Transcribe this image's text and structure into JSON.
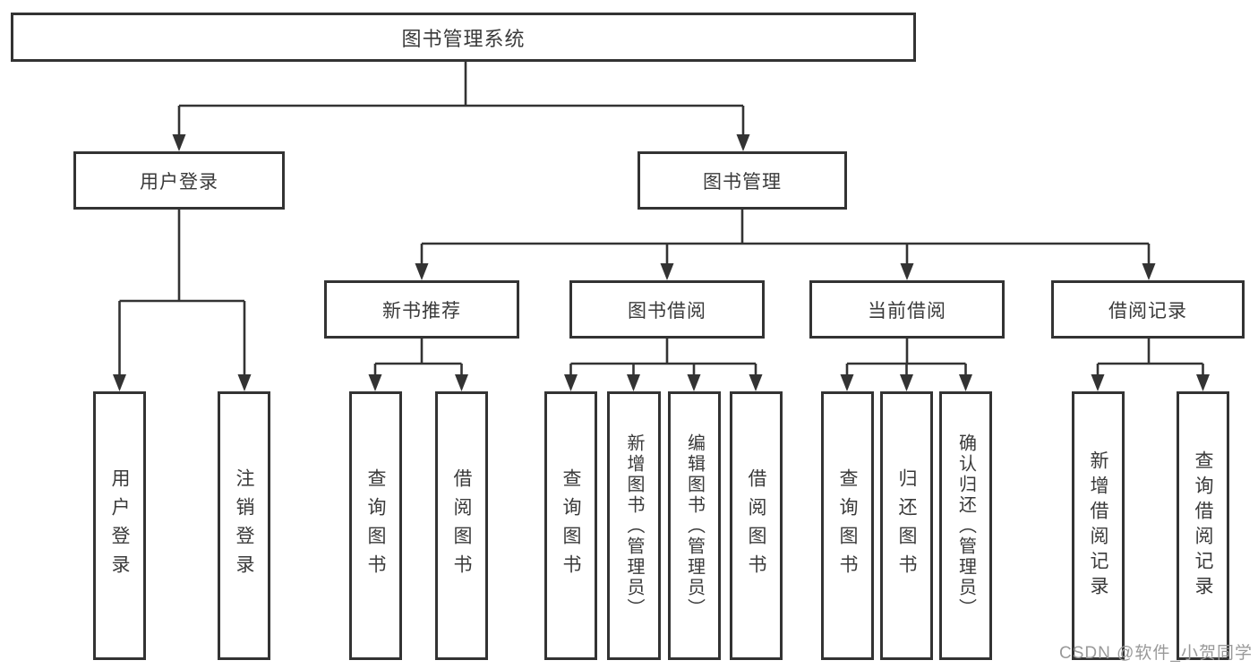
{
  "diagram": {
    "root": "图书管理系统",
    "level2": [
      "用户登录",
      "图书管理"
    ],
    "level3": [
      "新书推荐",
      "图书借阅",
      "当前借阅",
      "借阅记录"
    ],
    "leaves": {
      "user_login": [
        "用户登录",
        "注销登录"
      ],
      "new_book_recommend": [
        "查询图书",
        "借阅图书"
      ],
      "book_borrow": [
        "查询图书",
        "新增图书（管理员）",
        "编辑图书（管理员）",
        "借阅图书"
      ],
      "current_borrow": [
        "查询图书",
        "归还图书",
        "确认归还（管理员）"
      ],
      "borrow_records": [
        "新增借阅记录",
        "查询借阅记录"
      ]
    }
  },
  "watermark": "CSDN @软件_小贺同学",
  "colors": {
    "line": "#333333",
    "text": "#3a3a3a",
    "watermark": "#999999",
    "background": "#ffffff"
  }
}
